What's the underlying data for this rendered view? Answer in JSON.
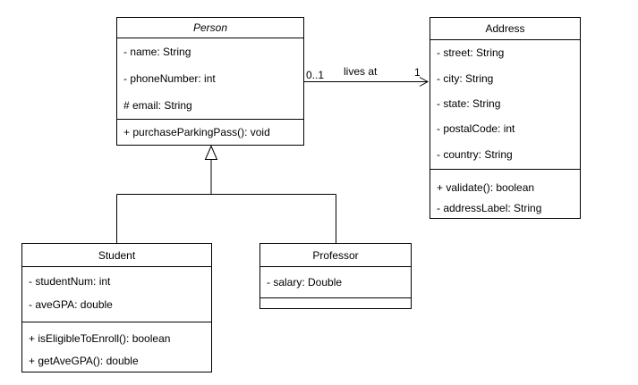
{
  "diagram": {
    "kind": "UML class diagram",
    "background_color": "#ffffff",
    "stroke_color": "#000000",
    "shape_fill_color": "#ffffff",
    "text_color": "#000000"
  },
  "classes": {
    "person": {
      "name": "Person",
      "abstract": true,
      "attributes": [
        "- name: String",
        "- phoneNumber: int",
        "# email: String"
      ],
      "methods": [
        "+ purchaseParkingPass(): void"
      ]
    },
    "address": {
      "name": "Address",
      "abstract": false,
      "attributes": [
        "- street: String",
        "- city: String",
        "- state: String",
        "- postalCode: int",
        "- country: String"
      ],
      "methods": [
        "+ validate(): boolean",
        "- addressLabel: String"
      ]
    },
    "student": {
      "name": "Student",
      "abstract": false,
      "attributes": [
        "- studentNum: int",
        "- aveGPA: double"
      ],
      "methods": [
        "+ isEligibleToEnroll(): boolean",
        "+ getAveGPA(): double"
      ]
    },
    "professor": {
      "name": "Professor",
      "abstract": false,
      "attributes": [
        "- salary: Double"
      ],
      "methods": []
    }
  },
  "relationships": {
    "lives_at": {
      "type": "association",
      "label": "lives at",
      "source": "Person",
      "source_multiplicity": "0..1",
      "target": "Address",
      "target_multiplicity": "1",
      "arrow": "open"
    },
    "generalizations": [
      {
        "type": "generalization",
        "source": "Student",
        "target": "Person"
      },
      {
        "type": "generalization",
        "source": "Professor",
        "target": "Person"
      }
    ]
  }
}
